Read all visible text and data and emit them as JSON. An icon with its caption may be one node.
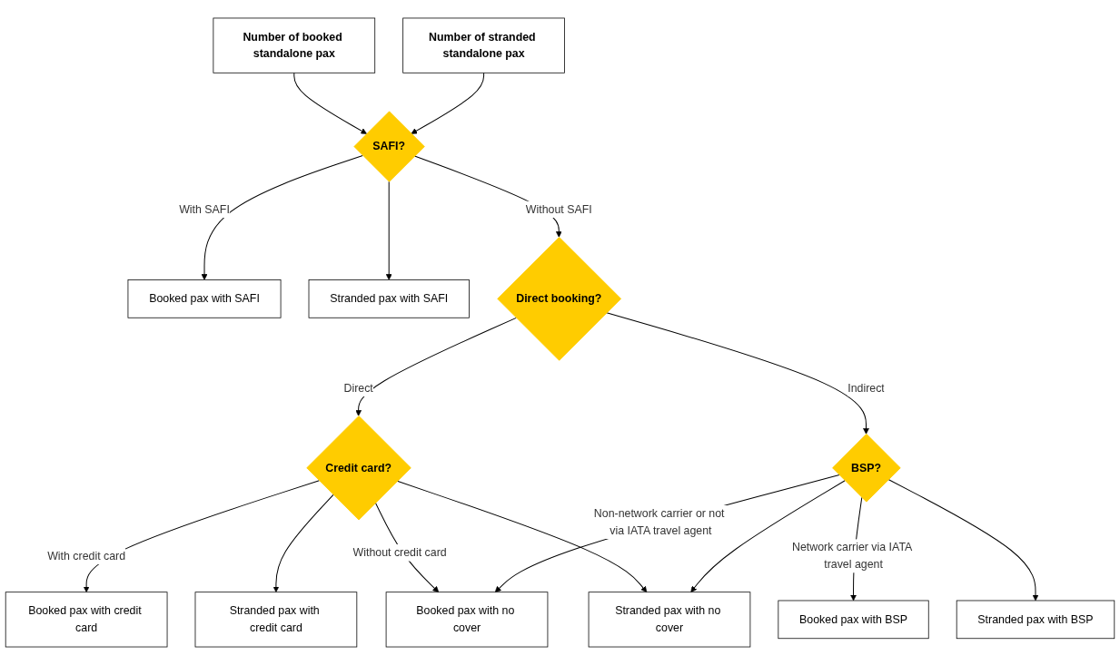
{
  "diagram": {
    "nodes": [
      {
        "text": [
          "Number of booked standalone pax"
        ]
      },
      {
        "text": [
          "Number of stranded standalone pax"
        ]
      },
      {
        "text": [
          "SAFI?"
        ]
      },
      {
        "text": [
          "Booked pax with SAFI"
        ]
      },
      {
        "text": [
          "Stranded pax with SAFI"
        ]
      },
      {
        "text": [
          "Direct booking?"
        ]
      },
      {
        "text": [
          "Credit card?"
        ]
      },
      {
        "text": [
          "Booked pax with credit card"
        ]
      },
      {
        "text": [
          "Stranded pax with credit card"
        ]
      },
      {
        "text": [
          "BSP?"
        ]
      },
      {
        "text": [
          "Booked pax with no cover"
        ]
      },
      {
        "text": [
          "Stranded pax with no cover"
        ]
      },
      {
        "text": [
          "Booked pax with BSP"
        ]
      },
      {
        "text": [
          "Stranded pax with BSP"
        ]
      }
    ],
    "edges": [
      {
        "from": 0,
        "to": 2,
        "arrow": "to"
      },
      {
        "from": 1,
        "to": 2,
        "arrow": "to"
      },
      {
        "from": 2,
        "to": 3,
        "arrow": "to",
        "label": "With SAFI"
      },
      {
        "from": 2,
        "to": 4,
        "arrow": "to"
      },
      {
        "from": 2,
        "to": 5,
        "arrow": "to",
        "label": "Without SAFI"
      },
      {
        "from": 5,
        "to": 6,
        "arrow": "to",
        "label": "Direct"
      },
      {
        "from": 6,
        "to": 7,
        "arrow": "to",
        "label": "With credit card"
      },
      {
        "from": 6,
        "to": 8,
        "arrow": "to"
      },
      {
        "from": 6,
        "to": 10,
        "arrow": "to",
        "label": "Without credit card"
      },
      {
        "from": 6,
        "to": 11,
        "arrow": "to"
      },
      {
        "from": 5,
        "to": 9,
        "arrow": "to",
        "label": "Indirect"
      },
      {
        "from": 9,
        "to": 12,
        "arrow": "to",
        "label": "Network carrier via IATA travel agent"
      },
      {
        "from": 9,
        "to": 13,
        "arrow": "to"
      },
      {
        "from": 9,
        "to": 10,
        "arrow": "to",
        "label": "Non-network carrier or not via IATA travel agent"
      },
      {
        "from": 9,
        "to": 11,
        "arrow": "to"
      }
    ]
  }
}
